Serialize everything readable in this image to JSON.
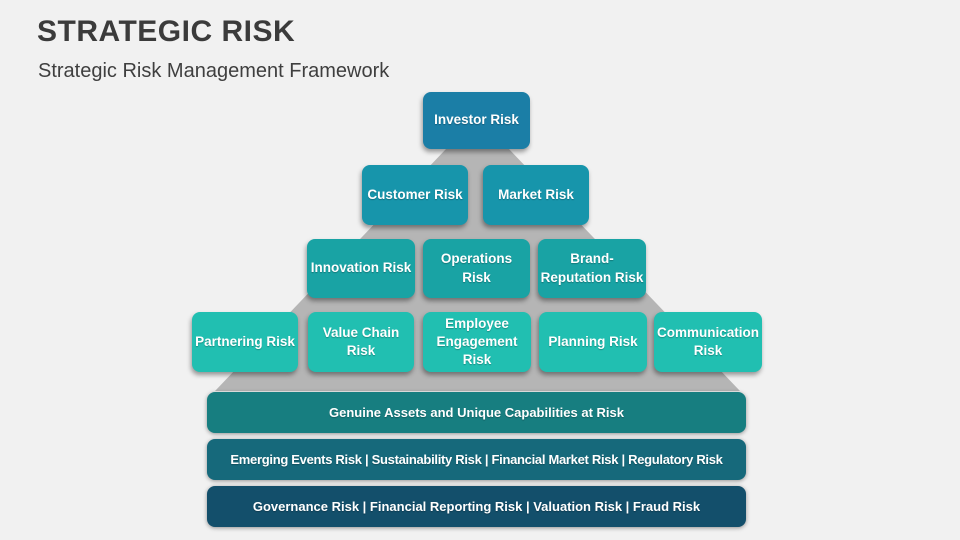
{
  "slide": {
    "title": "STRATEGIC RISK",
    "subtitle": "Strategic Risk Management Framework",
    "background_color": "#f1f1f1",
    "title_color": "#3b3b3b"
  },
  "pyramid": {
    "triangle_color": "#b5b5b5",
    "levels": [
      {
        "name": "level-1",
        "color": "#1b7ea6",
        "boxes": [
          "Investor Risk"
        ]
      },
      {
        "name": "level-2",
        "color": "#1795ab",
        "boxes": [
          "Customer Risk",
          "Market Risk"
        ]
      },
      {
        "name": "level-3",
        "color": "#19a3a4",
        "boxes": [
          "Innovation Risk",
          "Operations Risk",
          "Brand-Reputation Risk"
        ]
      },
      {
        "name": "level-4",
        "color": "#21bfb1",
        "boxes": [
          "Partnering Risk",
          "Value Chain Risk",
          "Employee Engagement Risk",
          "Planning Risk",
          "Communication Risk"
        ]
      }
    ]
  },
  "bands": [
    {
      "color": "#177e80",
      "label": "Genuine Assets and Unique Capabilities at Risk"
    },
    {
      "color": "#16697b",
      "label": "Emerging Events Risk | Sustainability Risk | Financial Market Risk | Regulatory Risk"
    },
    {
      "color": "#134f6b",
      "label": "Governance Risk | Financial Reporting Risk | Valuation Risk | Fraud Risk"
    }
  ]
}
